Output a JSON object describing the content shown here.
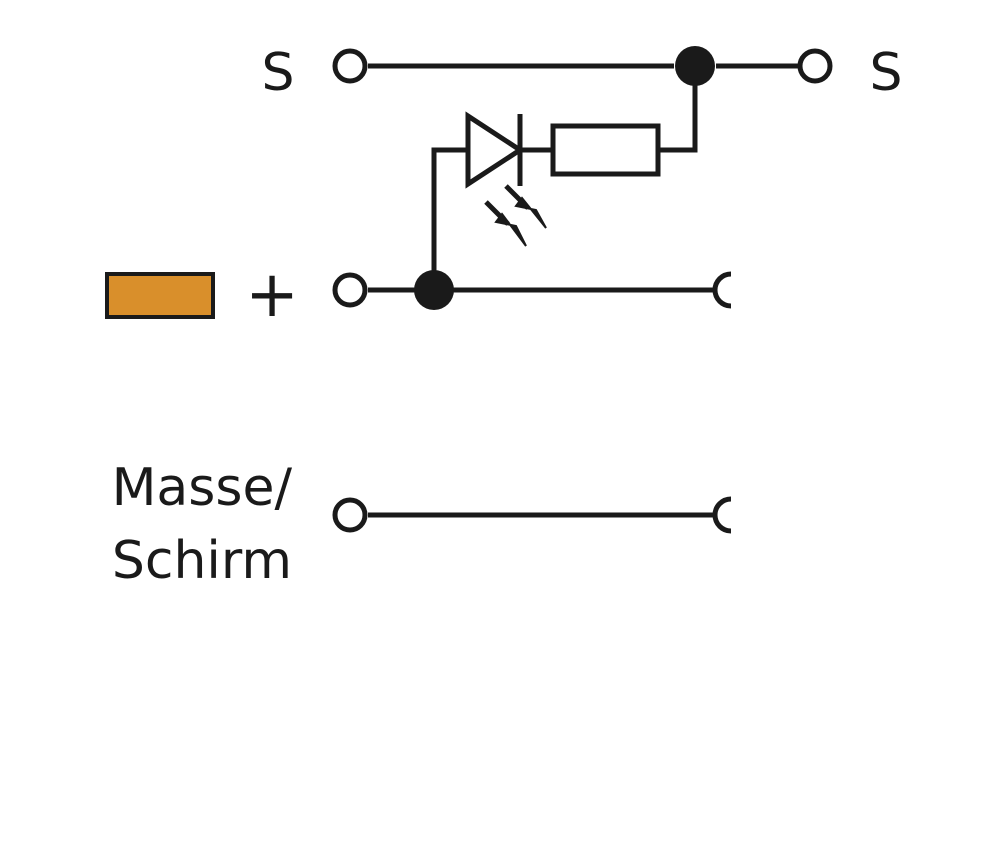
{
  "diagram": {
    "type": "circuit-schematic",
    "labels": {
      "s_left": "S",
      "s_right": "S",
      "plus": "+",
      "ground_line1": "Masse/",
      "ground_line2": "Schirm"
    },
    "components": [
      {
        "id": "led",
        "kind": "light-emitting-diode"
      },
      {
        "id": "resistor",
        "kind": "resistor"
      },
      {
        "id": "color-marker",
        "kind": "color-swatch",
        "color": "#d98f2b"
      }
    ],
    "colors": {
      "stroke": "#1a1a1a",
      "marker_fill": "#d98f2b",
      "background": "#ffffff"
    }
  }
}
